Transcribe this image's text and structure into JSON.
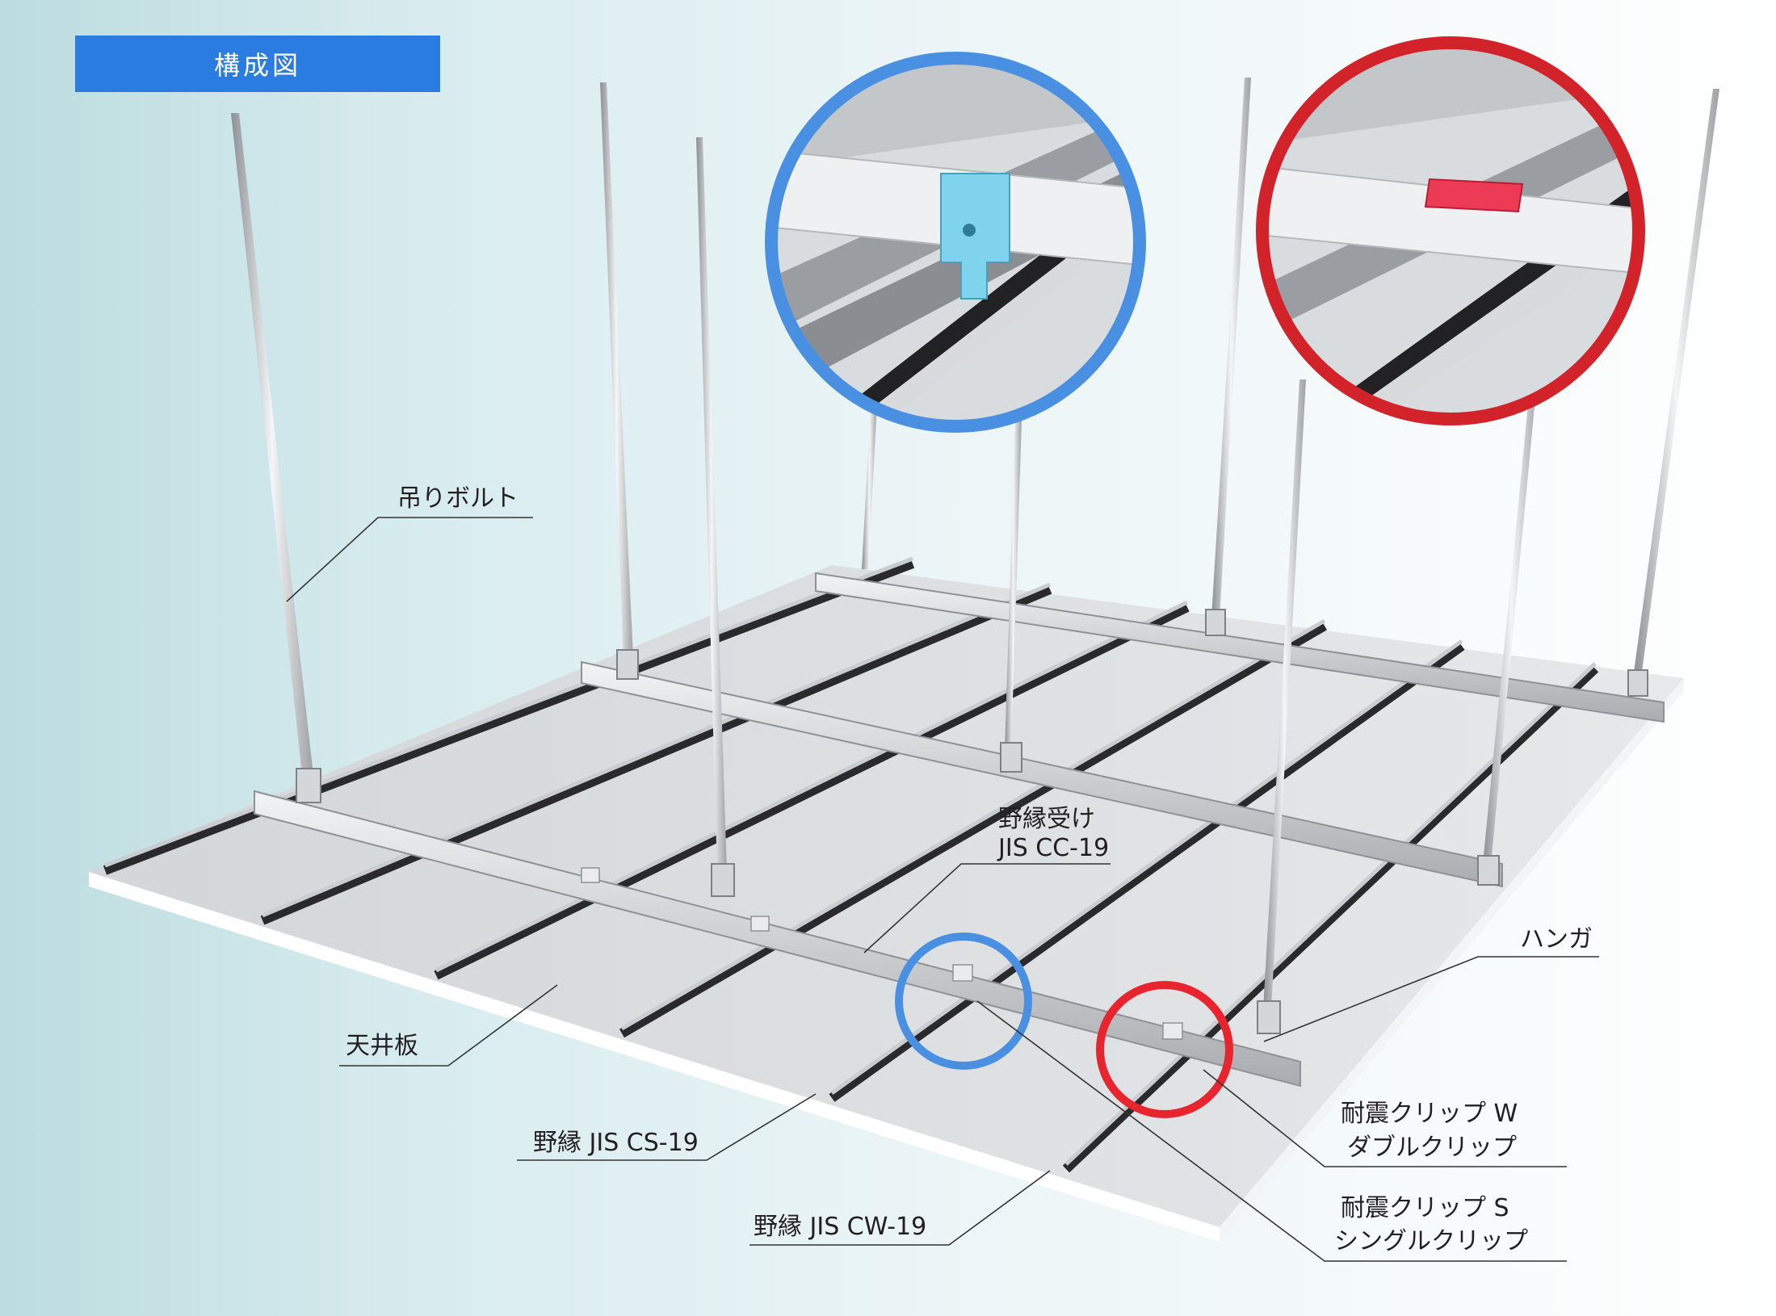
{
  "title": "構成図",
  "labels": {
    "hanging_bolt": "吊りボルト",
    "ceiling_board": "天井板",
    "carrying_channel": "野縁受け",
    "carrying_channel_spec": "JIS CC-19",
    "hanger": "ハンガ",
    "furring_cs": "野縁  JIS CS-19",
    "furring_cw": "野縁  JIS CW-19",
    "seismic_clip_w": "耐震クリップ W",
    "double_clip": "ダブルクリップ",
    "seismic_clip_s": "耐震クリップ S",
    "single_clip": "シングルクリップ"
  },
  "colors": {
    "title_bg": "#2a7ce0",
    "blue_circle": "#4a90e2",
    "red_circle": "#d2232a",
    "red_marker": "#e8252e",
    "blue_clip": "#7fd3ec",
    "red_clip": "#ee3b55"
  }
}
